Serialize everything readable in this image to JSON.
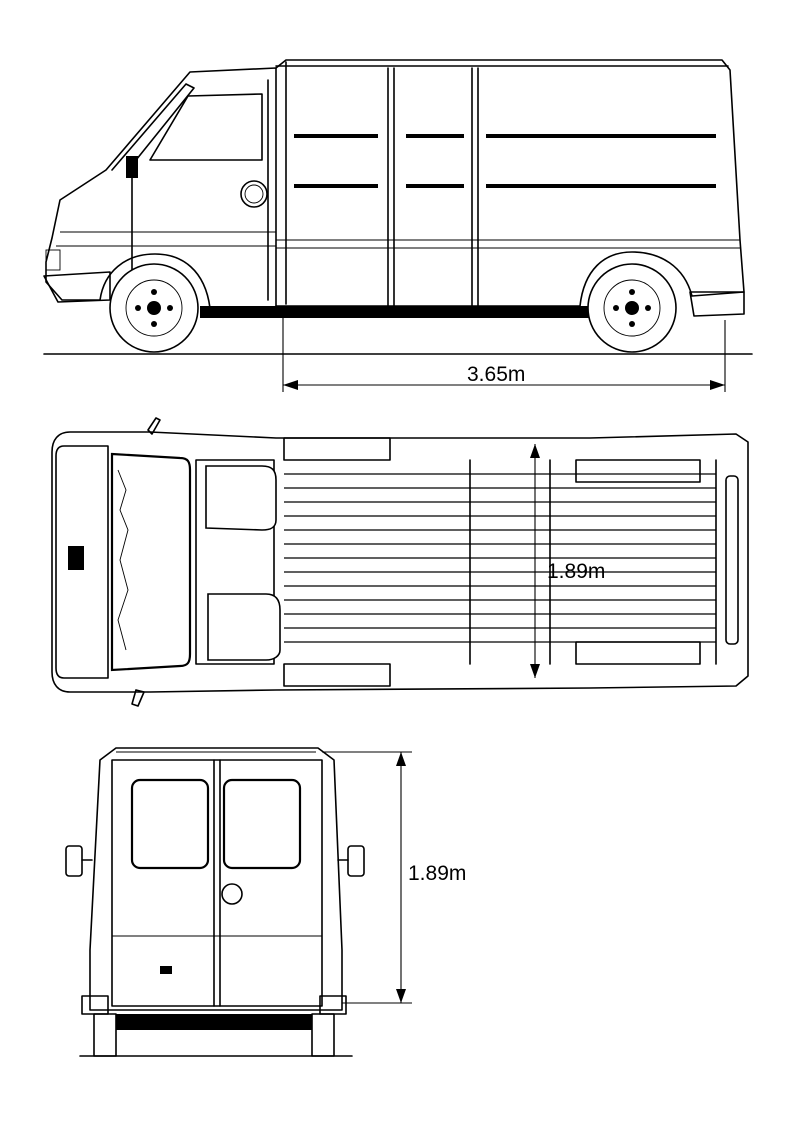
{
  "dimensions": {
    "length": "3.65m",
    "width": "1.89m",
    "height": "1.89m"
  }
}
